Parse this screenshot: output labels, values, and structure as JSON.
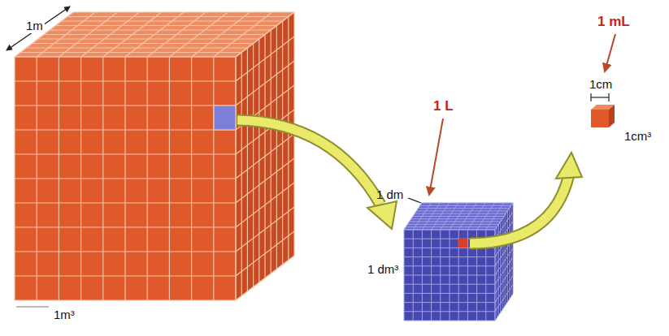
{
  "diagram": {
    "labels": [
      "1m",
      "1m³",
      "1 L",
      "1 dm",
      "1 dm³",
      "1 mL",
      "1cm",
      "1cm³"
    ]
  }
}
